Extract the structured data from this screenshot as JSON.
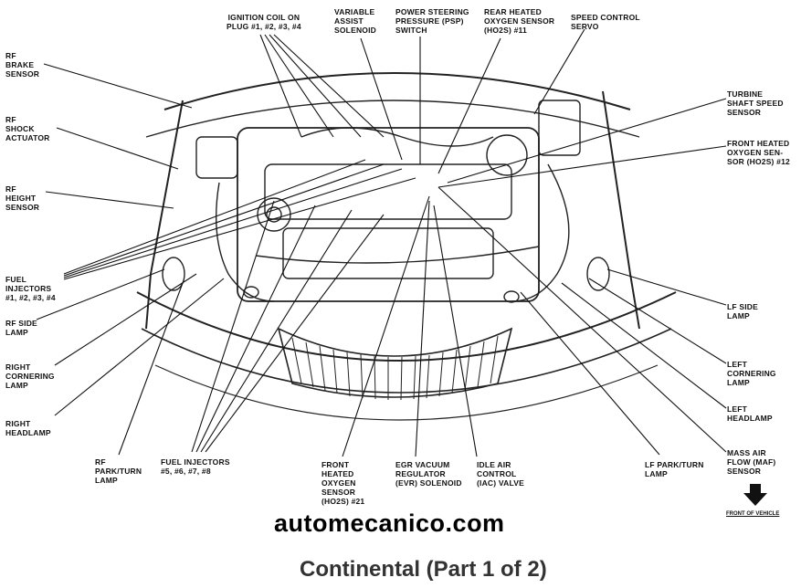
{
  "labels": {
    "ignition_coil": "IGNITION COIL ON\nPLUG #1, #2, #3, #4",
    "variable_assist": "VARIABLE\nASSIST\nSOLENOID",
    "psp_switch": "POWER STEERING\nPRESSURE (PSP)\nSWITCH",
    "rear_ho2s": "REAR HEATED\nOXYGEN SENSOR\n(HO2S) #11",
    "speed_control": "SPEED CONTROL\nSERVO",
    "rf_brake": "RF\nBRAKE\nSENSOR",
    "rf_shock": "RF\nSHOCK\nACTUATOR",
    "rf_height": "RF\nHEIGHT\nSENSOR",
    "fuel_injectors_1_4": "FUEL\nINJECTORS\n#1, #2, #3, #4",
    "rf_side_lamp": "RF SIDE\nLAMP",
    "right_cornering": "RIGHT\nCORNERING\nLAMP",
    "right_headlamp": "RIGHT\nHEADLAMP",
    "turbine_shaft": "TURBINE\nSHAFT SPEED\nSENSOR",
    "front_ho2s_12": "FRONT HEATED\nOXYGEN SEN-\nSOR (HO2S) #12",
    "lf_side_lamp": "LF SIDE\nLAMP",
    "left_cornering": "LEFT\nCORNERING\nLAMP",
    "left_headlamp": "LEFT\nHEADLAMP",
    "maf_sensor": "MASS AIR\nFLOW (MAF)\nSENSOR",
    "rf_park_turn": "RF\nPARK/TURN\nLAMP",
    "fuel_injectors_5_8": "FUEL INJECTORS\n#5, #6, #7, #8",
    "front_ho2s_21": "FRONT\nHEATED\nOXYGEN\nSENSOR\n(HO2S) #21",
    "egr_vacuum": "EGR VACUUM\nREGULATOR\n(EVR) SOLENOID",
    "iac_valve": "IDLE AIR\nCONTROL\n(IAC) VALVE",
    "lf_park_turn": "LF PARK/TURN\nLAMP"
  },
  "front_of_vehicle": "FRONT OF VEHICLE",
  "watermark": "automecanico.com",
  "caption": "Continental (Part 1 of 2)",
  "colors": {
    "ink": "#111111",
    "caption": "#333333",
    "background": "#ffffff"
  }
}
